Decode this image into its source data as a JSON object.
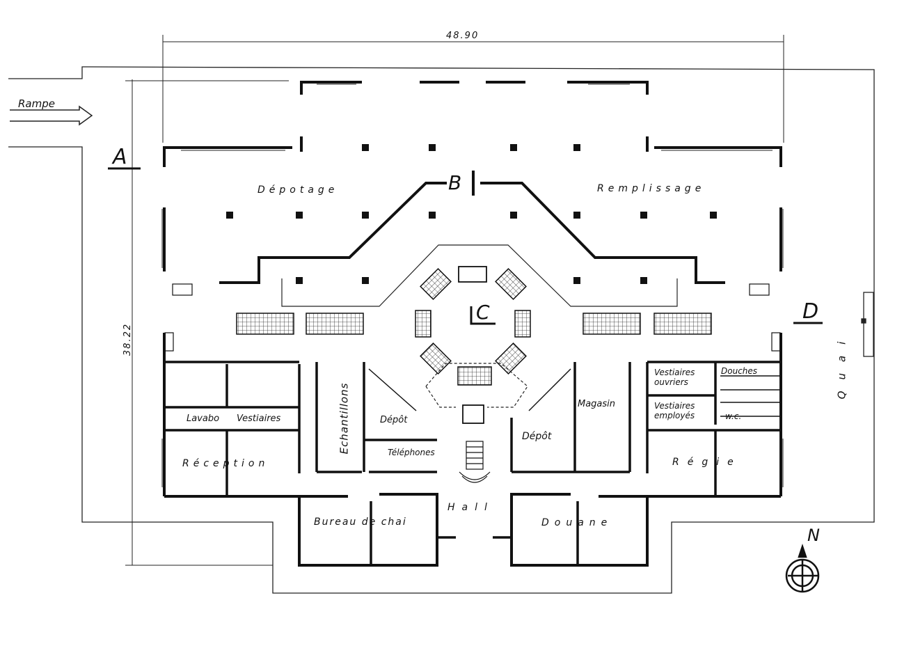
{
  "dimensions": {
    "width": "48.90",
    "depth": "38.22"
  },
  "access": {
    "ramp": "Rampe",
    "quay": "Quai"
  },
  "sections": {
    "a": "A",
    "b": "B",
    "c": "C",
    "d": "D"
  },
  "north": "N",
  "rooms": {
    "unloading": "Dépotage",
    "filling": "Remplissage",
    "samples": "Echantillons",
    "depot_left": "Dépôt",
    "depot_right": "Dépôt",
    "phones": "Téléphones",
    "store": "Magasin",
    "washbasin": "Lavabo",
    "cloakroom": "Vestiaires",
    "reception": "Réception",
    "workers_cloakroom": "Vestiaires ouvriers",
    "staff_cloakroom": "Vestiaires employés",
    "showers": "Douches",
    "wc": "w.c.",
    "management": "Régie",
    "hall": "Hall",
    "cellar_office": "Bureau de chai",
    "customs": "Douane"
  },
  "colors": {
    "ink": "#111111",
    "paper": "#ffffff"
  }
}
